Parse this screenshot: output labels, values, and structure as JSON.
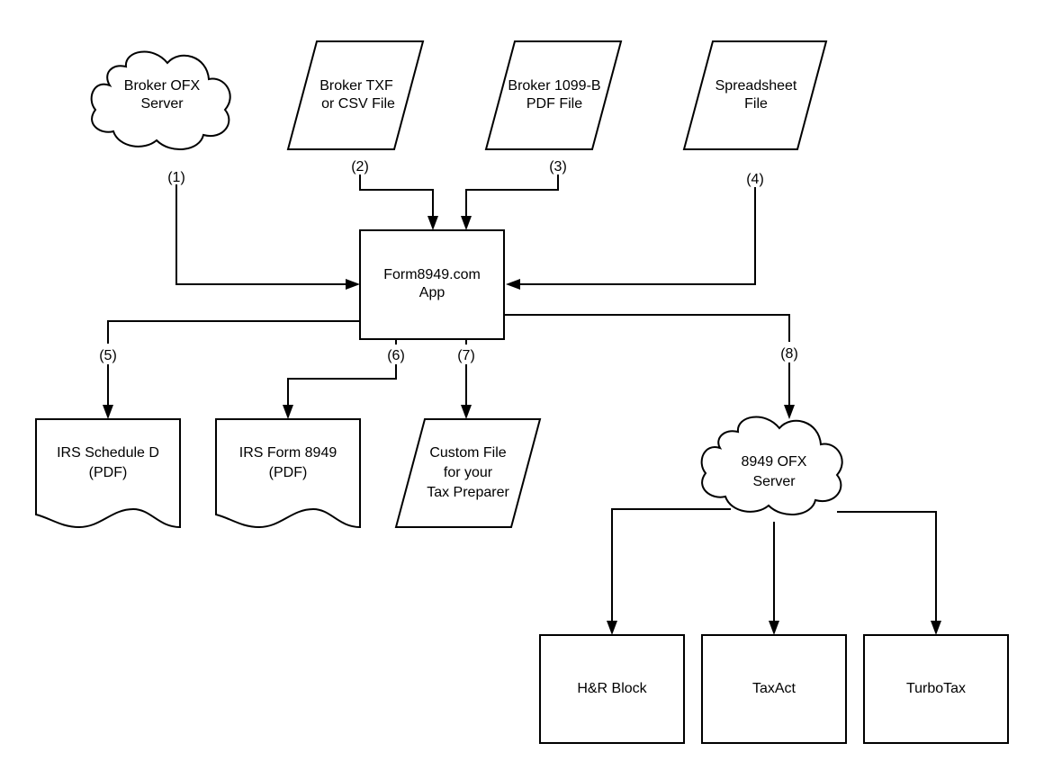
{
  "nodes": {
    "broker_ofx": {
      "lines": [
        "Broker OFX",
        "Server"
      ]
    },
    "broker_txf": {
      "lines": [
        "Broker TXF",
        "or CSV File"
      ]
    },
    "broker_1099": {
      "lines": [
        "Broker 1099-B",
        "PDF File"
      ]
    },
    "spreadsheet": {
      "lines": [
        "Spreadsheet",
        "File"
      ]
    },
    "app": {
      "lines": [
        "Form8949.com",
        "App"
      ]
    },
    "schedule_d": {
      "lines": [
        "IRS Schedule D",
        "(PDF)"
      ]
    },
    "form_8949": {
      "lines": [
        "IRS Form 8949",
        "(PDF)"
      ]
    },
    "custom_file": {
      "lines": [
        "Custom File",
        "for your",
        "Tax Preparer"
      ]
    },
    "ofx_8949": {
      "lines": [
        "8949 OFX",
        "Server"
      ]
    },
    "hr_block": {
      "lines": [
        "H&R Block"
      ]
    },
    "taxact": {
      "lines": [
        "TaxAct"
      ]
    },
    "turbotax": {
      "lines": [
        "TurboTax"
      ]
    }
  },
  "edge_labels": {
    "e1": "(1)",
    "e2": "(2)",
    "e3": "(3)",
    "e4": "(4)",
    "e5": "(5)",
    "e6": "(6)",
    "e7": "(7)",
    "e8": "(8)"
  }
}
